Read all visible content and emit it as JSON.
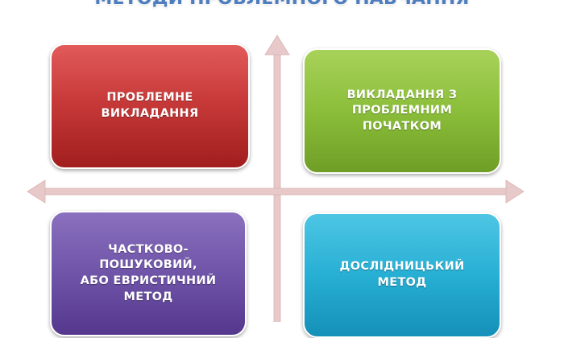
{
  "title": "МЕТОДИ ПРОБЛЕМНОГО НАВЧАННЯ",
  "quadrants": [
    {
      "lines": [
        "ПРОБЛЕМНЕ",
        "ВИКЛАДАННЯ"
      ],
      "color": "#C83A3A"
    },
    {
      "lines": [
        "ВИКЛАДАННЯ З",
        "ПРОБЛЕМНИМ",
        "ПОЧАТКОМ"
      ],
      "color": "#8BBE3A"
    },
    {
      "lines": [
        "ЧАСТКОВО-ПОШУКОВИЙ,",
        "АБО ЕВРИСТИЧНИЙ",
        "МЕТОД"
      ],
      "color": "#6F54A8"
    },
    {
      "lines": [
        "ДОСЛІДНИЦЬКИЙ МЕТОД"
      ],
      "color": "#27AFD4"
    }
  ],
  "axis_color": "#E8C9C9"
}
